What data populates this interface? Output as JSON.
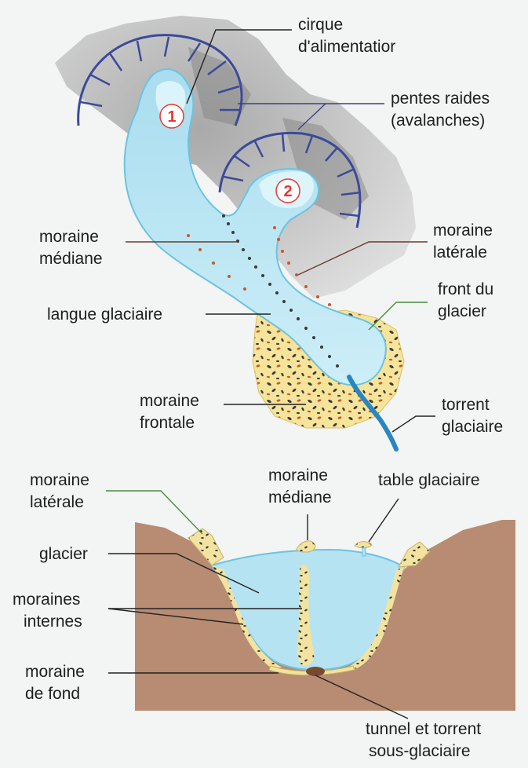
{
  "top": {
    "cirque_label": [
      "cirque",
      "d'alimentatior"
    ],
    "pentes_label": [
      "pentes raides",
      "(avalanches)"
    ],
    "moraine_mediane_label": [
      "moraine",
      "médiane"
    ],
    "moraine_laterale_label": [
      "moraine",
      "latérale"
    ],
    "langue_label": "langue glaciaire",
    "front_label": [
      "front du",
      "glacier"
    ],
    "moraine_frontale_label": [
      "moraine",
      "frontale"
    ],
    "torrent_label": [
      "torrent",
      "glaciaire"
    ],
    "badge_1": "1",
    "badge_2": "2"
  },
  "bottom": {
    "moraine_laterale_label": [
      "moraine",
      "latérale"
    ],
    "moraine_mediane_label": [
      "moraine",
      "médiane"
    ],
    "table_label": "table glaciaire",
    "glacier_label": "glacier",
    "moraines_internes_label": [
      "moraines",
      "internes"
    ],
    "moraine_fond_label": [
      "moraine",
      "de fond"
    ],
    "tunnel_label": [
      "tunnel et torrent",
      "sous-glaciaire"
    ]
  },
  "colors": {
    "ice": "#b5e3f2",
    "ice_edge": "#6cc3e0",
    "rock": "#c8c8c8",
    "moraine": "#f5e49a",
    "valley": "#b88c72",
    "cirque_line": "#3c4a9a",
    "torrent": "#2a86c2"
  }
}
